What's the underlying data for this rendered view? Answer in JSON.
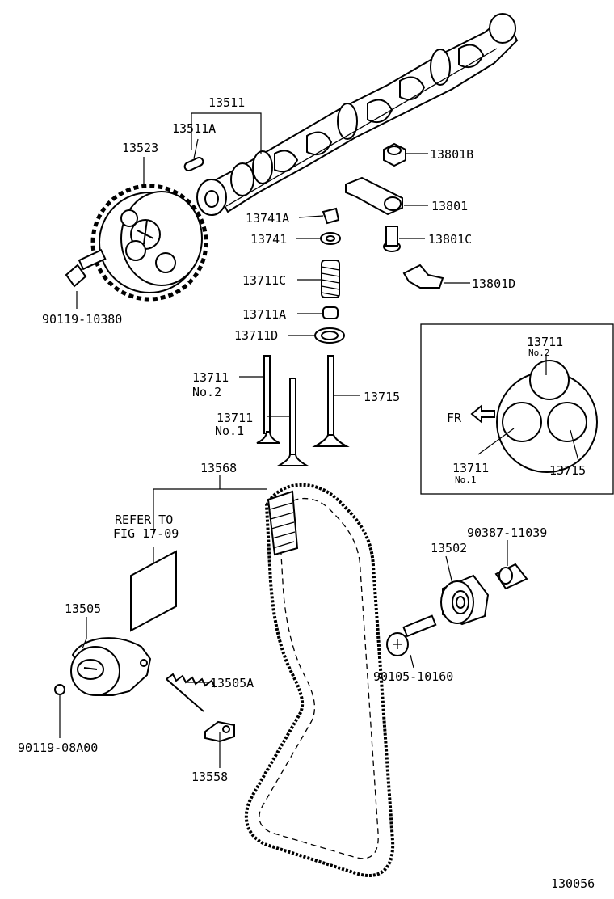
{
  "labels": {
    "camshaft": "13511",
    "pin": "13511A",
    "cam_pulley": "13523",
    "pulley_bolt": "90119-10380",
    "nut": "13801B",
    "rocker_arm": "13801",
    "keeper": "13741A",
    "retainer": "13741",
    "adjust_screw": "13801C",
    "spring": "13711C",
    "seal": "13711A",
    "seat": "13711D",
    "rocker_clip": "13801D",
    "valve_no2": "13711",
    "valve_no2_sub": "No.2",
    "valve_no1": "13711",
    "valve_no1_sub": "No.1",
    "exhaust_valve": "13715",
    "belt": "13568",
    "refer_line1": "REFER TO",
    "refer_line2": "FIG 17-09",
    "tensioner": "13505",
    "tension_spring": "13505A",
    "washer": "90119-08A00",
    "plate": "13558",
    "idler": "13502",
    "collar": "90387-11039",
    "idler_bolt": "90105-10160",
    "figure_number": "130056"
  },
  "inset": {
    "valve_a": "13711",
    "valve_a_sub": "No.2",
    "valve_b": "13711",
    "valve_b_sub": "No.1",
    "valve_c": "13715",
    "direction": "FR"
  }
}
